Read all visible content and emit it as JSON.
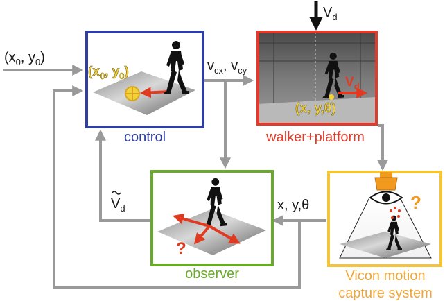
{
  "colors": {
    "control": "#2e3ea3",
    "walker": "#e13b2b",
    "observer": "#6aaa2a",
    "vicon": "#f4c53a",
    "vicon_text": "#f0a73a",
    "arrow": "#9a9a9a",
    "highlight": "#f2d23a",
    "red_arrow": "#e03a20"
  },
  "icons": {
    "target": "crosshair-target-icon",
    "walker": "walking-person-icon",
    "eye": "eye-icon",
    "question": "question-mark-icon",
    "camera": "camera-icon"
  },
  "labels": {
    "input_x": "x",
    "input_0a": "0",
    "input_sep": ", ",
    "input_y": "y",
    "input_0b": "0",
    "vd_top": "V",
    "vd_top_sub": "d",
    "vc_v1": "v",
    "vc_s1": "cx",
    "vc_sep": ", ",
    "vc_v2": "v",
    "vc_s2": "cy",
    "vd_est": "V",
    "vd_est_sub": "d",
    "xy_theta": "x, y,θ"
  },
  "control": {
    "title": "control",
    "coord_x": "x",
    "coord_0a": "0",
    "coord_y": "y",
    "coord_0b": "0"
  },
  "walker": {
    "title": "walker+platform",
    "vd": "V",
    "vd_sub": "d",
    "pose": "(x, y,θ)"
  },
  "observer": {
    "title": "observer",
    "question": "?"
  },
  "vicon": {
    "title_line1": "Vicon motion",
    "title_line2": "capture system",
    "question": "?"
  }
}
